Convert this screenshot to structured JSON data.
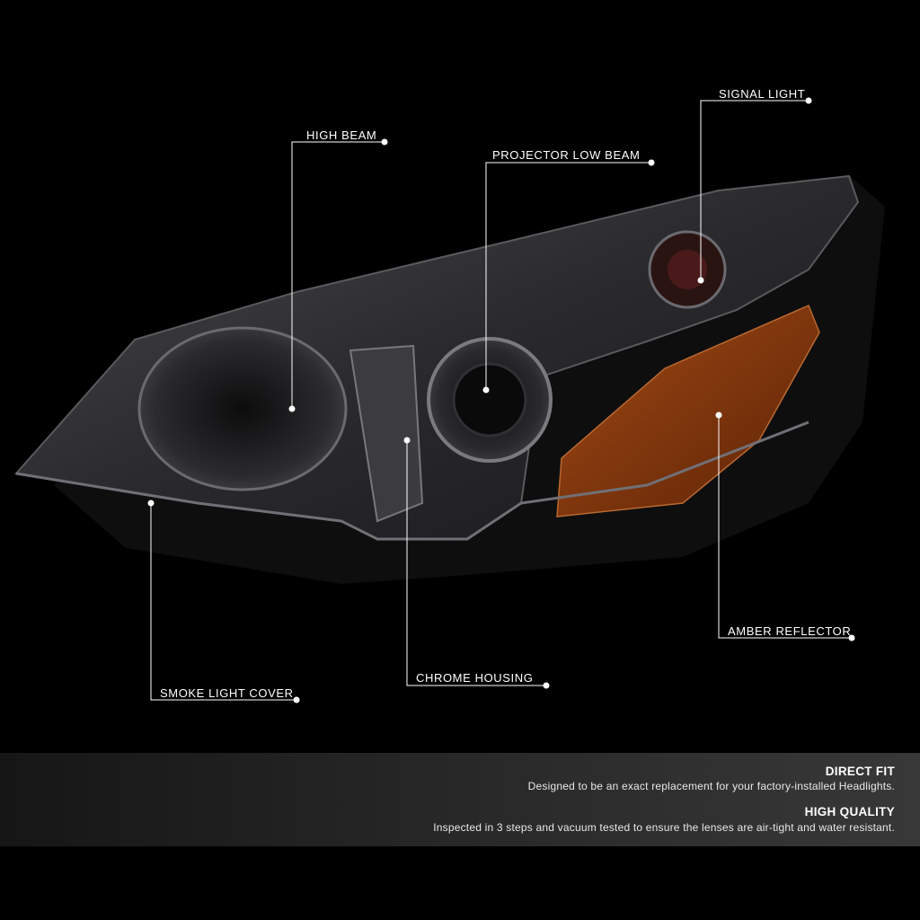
{
  "callouts": {
    "high_beam": "HIGH BEAM",
    "projector_low_beam": "PROJECTOR LOW BEAM",
    "signal_light": "SIGNAL LIGHT",
    "smoke_light_cover": "SMOKE LIGHT COVER",
    "chrome_housing": "CHROME HOUSING",
    "amber_reflector": "AMBER REFLECTOR"
  },
  "features": [
    {
      "title": "DIRECT FIT",
      "description": "Designed to be an exact replacement for your factory-installed Headlights."
    },
    {
      "title": "HIGH QUALITY",
      "description": "Inspected in 3 steps and vacuum tested to ensure the lenses are air-tight and water resistant."
    }
  ],
  "colors": {
    "background": "#000000",
    "amber": "#8a3a0c",
    "smoke": "#3a3a3c",
    "callout": "#ffffff"
  }
}
